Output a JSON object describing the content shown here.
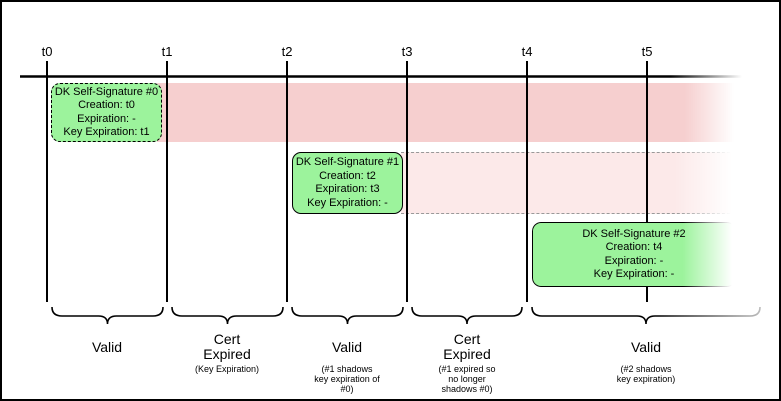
{
  "timeline": {
    "ticks": [
      "t0",
      "t1",
      "t2",
      "t3",
      "t4",
      "t5"
    ]
  },
  "signatures": [
    {
      "title": "DK Self-Signature #0",
      "creation": "Creation: t0",
      "expiration": "Expiration: -",
      "key_expiration": "Key Expiration: t1"
    },
    {
      "title": "DK Self-Signature #1",
      "creation": "Creation: t2",
      "expiration": "Expiration: t3",
      "key_expiration": "Key Expiration: -"
    },
    {
      "title": "DK Self-Signature #2",
      "creation": "Creation: t4",
      "expiration": "Expiration: -",
      "key_expiration": "Key Expiration: -"
    }
  ],
  "regions": [
    {
      "label": "Valid",
      "sub": ""
    },
    {
      "label": "Cert\nExpired",
      "sub": "(Key Expiration)"
    },
    {
      "label": "Valid",
      "sub": "(#1 shadows\nkey expiration of\n#0)"
    },
    {
      "label": "Cert\nExpired",
      "sub": "(#1 expired so\nno longer\nshadows #0)"
    },
    {
      "label": "Valid",
      "sub": "(#2 shadows\nkey expiration)"
    }
  ],
  "colors": {
    "signature_green": "#9cf39c",
    "expired_band_strong": "#f6cfcf",
    "expired_band_light": "#fce9e9",
    "line_black": "#000000",
    "dashed_band_border": "#999999"
  }
}
